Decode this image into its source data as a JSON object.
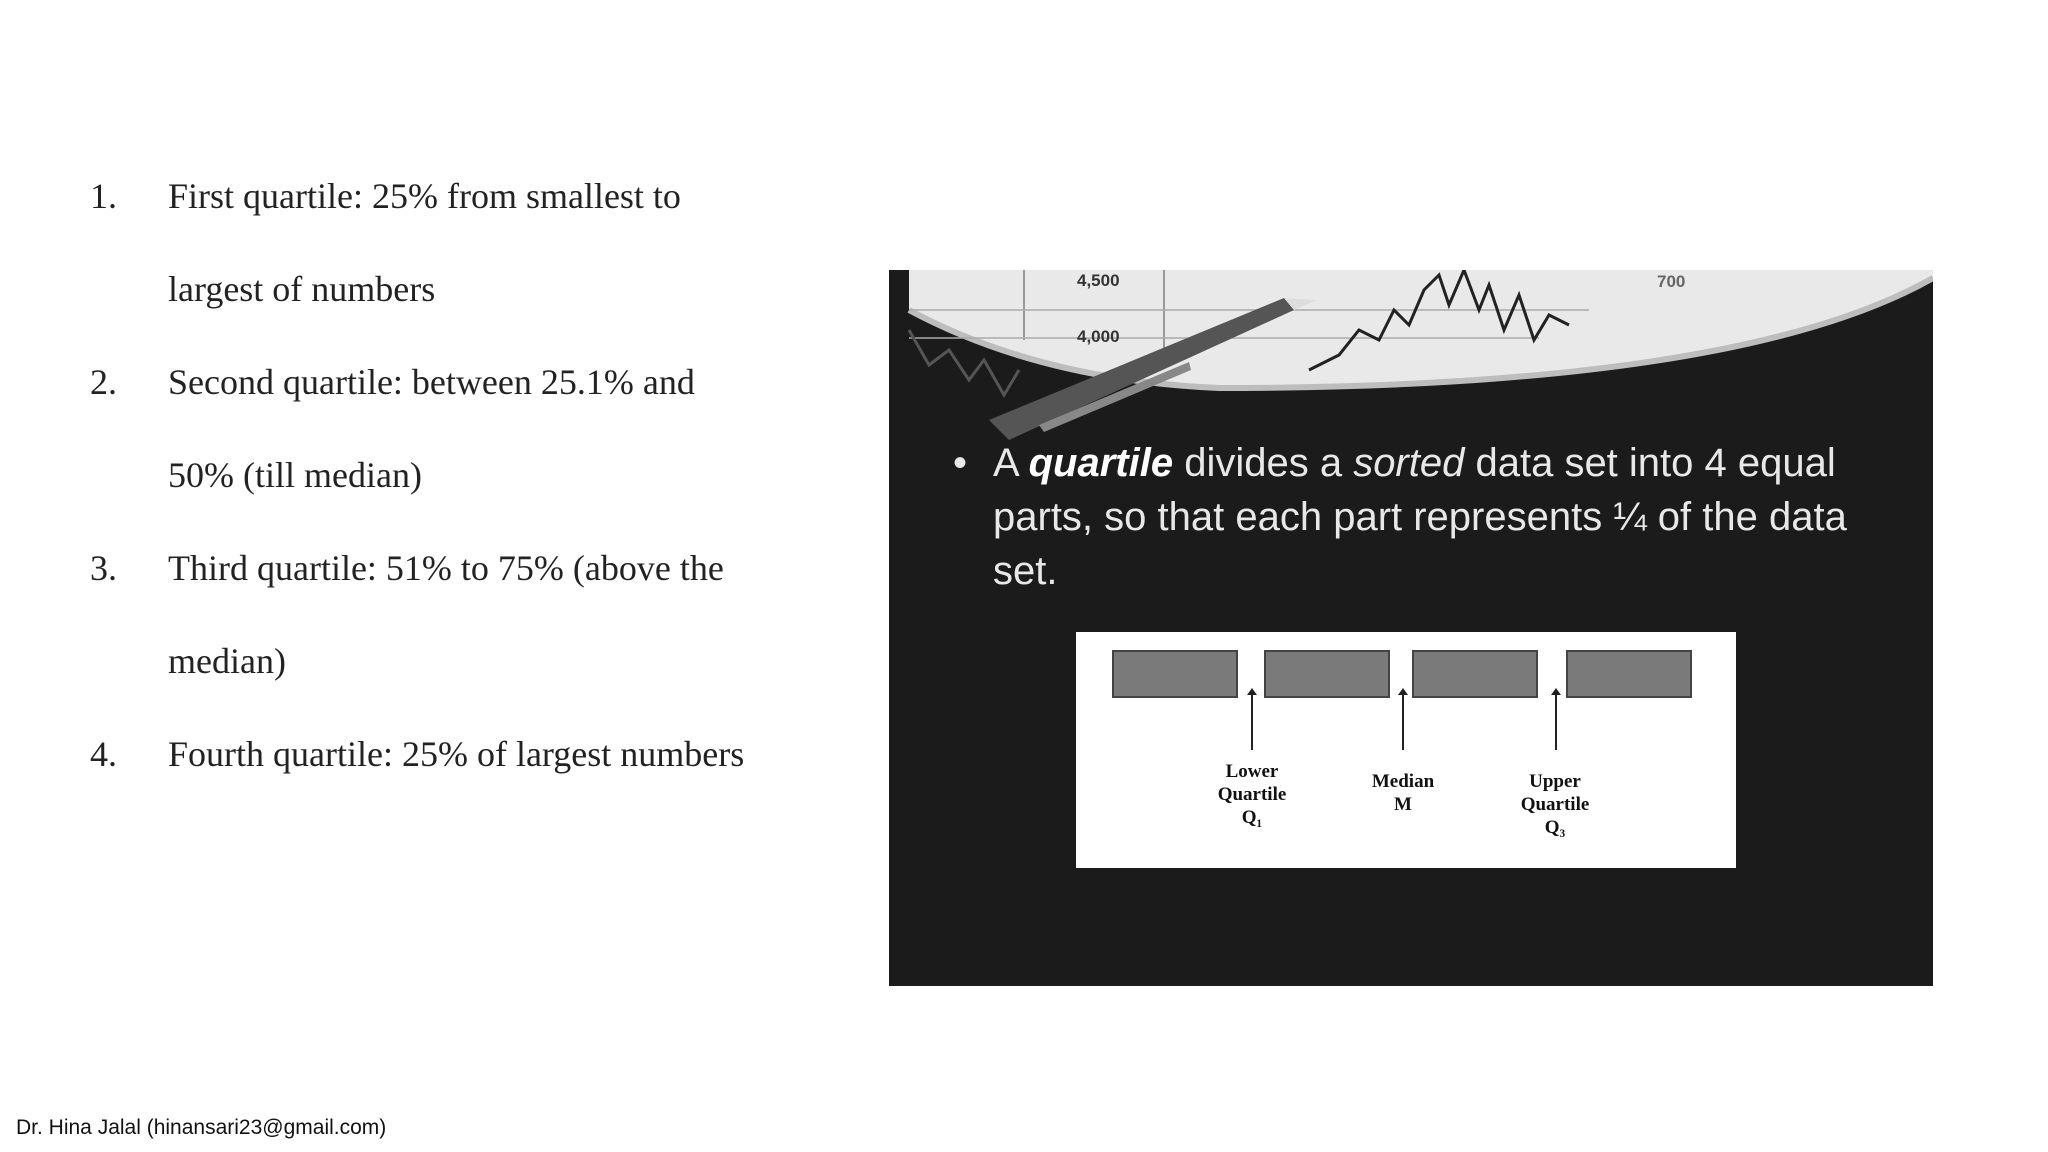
{
  "items": [
    {
      "num": "1.",
      "line1": "First quartile: 25% from smallest to",
      "line2": "largest of numbers"
    },
    {
      "num": "2.",
      "line1": "Second quartile: between 25.1% and",
      "line2": "50% (till median)"
    },
    {
      "num": "3.",
      "line1": "Third quartile: 51% to 75% (above the",
      "line2": "median)"
    },
    {
      "num": "4.",
      "line1": "Fourth quartile: 25% of largest numbers"
    }
  ],
  "footer": "Dr. Hina Jalal (hinansari23@gmail.com)",
  "image": {
    "bullet_dot": "•",
    "bullet_a": "A ",
    "bullet_keyword": "quartile",
    "bullet_b": " divides a ",
    "bullet_sorted": "sorted",
    "bullet_c": " data set into 4 equal parts, so that each part represents ¼ of the data set.",
    "ticks": [
      "4,500",
      "4,000",
      "700"
    ],
    "labels": {
      "lower": [
        "Lower",
        "Quartile",
        "Q₁"
      ],
      "median": [
        "Median",
        "M"
      ],
      "upper": [
        "Upper",
        "Quartile",
        "Q₃"
      ]
    }
  }
}
